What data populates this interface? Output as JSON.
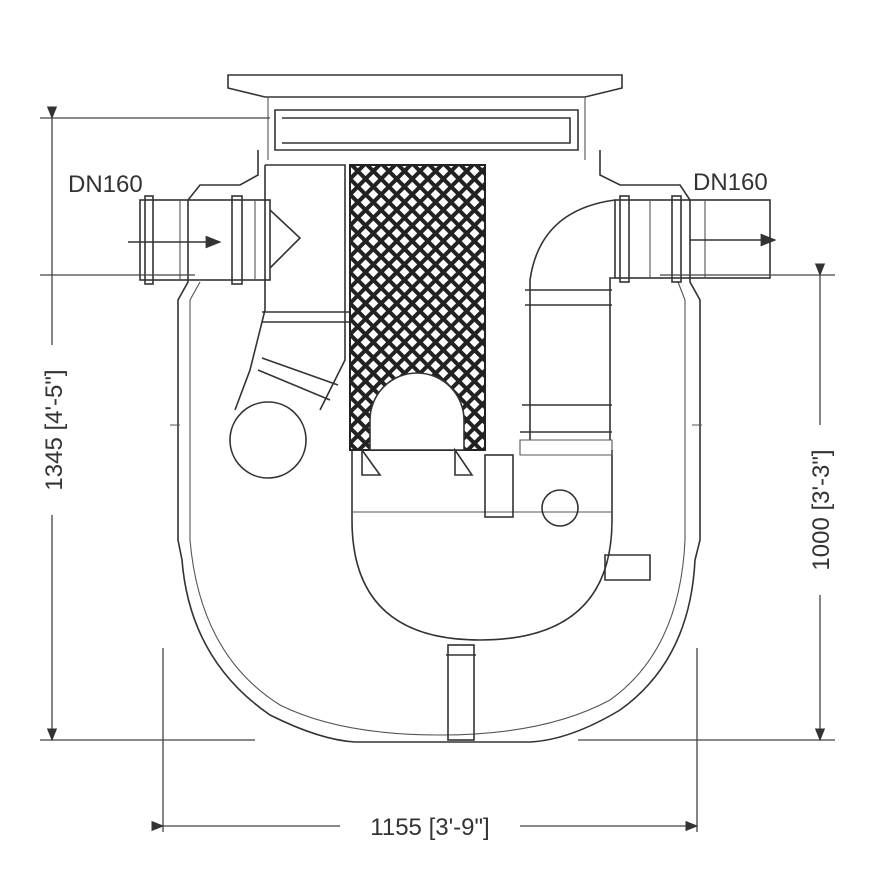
{
  "drawing": {
    "inlet_label": "DN160",
    "outlet_label": "DN160",
    "height_total": "1345 [4'-5\"]",
    "height_outlet": "1000 [3'-3\"]",
    "width_total": "1155 [3'-9\"]"
  },
  "colors": {
    "line": "#333333",
    "background": "#ffffff"
  }
}
